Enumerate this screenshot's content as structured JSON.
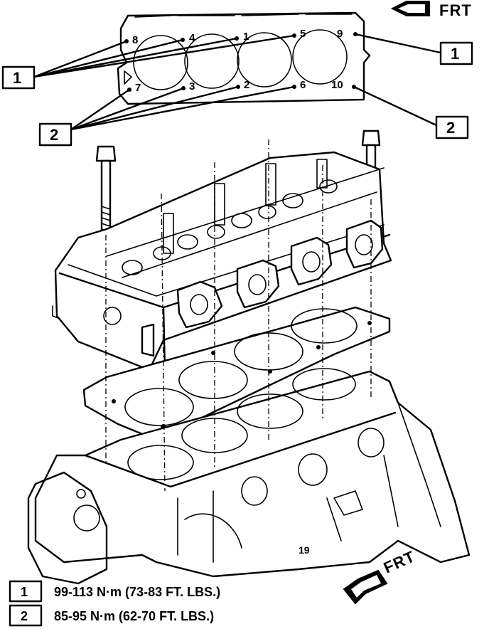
{
  "diagram": {
    "frt_label_top": "FRT",
    "frt_label_bottom": "FRT",
    "sequence_labels": {
      "top_row": [
        "8",
        "4",
        "1",
        "5",
        "9"
      ],
      "bottom_row": [
        "7",
        "3",
        "2",
        "6",
        "10"
      ]
    },
    "callouts": {
      "left_top": "1",
      "left_bottom": "2",
      "right_top": "1",
      "right_bottom": "2"
    },
    "partial_markings": [
      "19"
    ]
  },
  "legend": [
    {
      "key": "1",
      "text": "99-113 N·m (73-83 FT. LBS.)"
    },
    {
      "key": "2",
      "text": "85-95 N·m (62-70 FT. LBS.)"
    }
  ]
}
